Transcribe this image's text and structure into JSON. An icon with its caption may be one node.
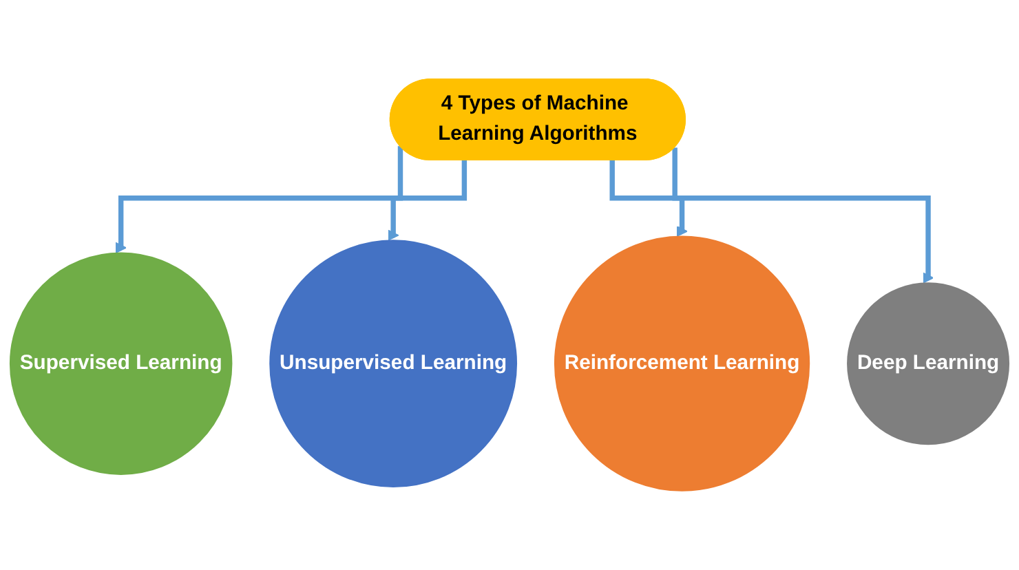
{
  "diagram": {
    "nodes": [
      {
        "text": [
          "4 Types of Machine Learning Algorithms"
        ]
      },
      {
        "text": [
          "Supervised Learning"
        ]
      },
      {
        "text": [
          "Unsupervised Learning"
        ]
      },
      {
        "text": [
          "Reinforcement Learning"
        ]
      },
      {
        "text": [
          "Deep Learning"
        ]
      }
    ],
    "edges": [
      {
        "from": 0,
        "to": 1,
        "arrow": "to"
      },
      {
        "from": 0,
        "to": 2,
        "arrow": "to"
      },
      {
        "from": 0,
        "to": 3,
        "arrow": "to"
      },
      {
        "from": 0,
        "to": 4,
        "arrow": "to"
      }
    ]
  }
}
